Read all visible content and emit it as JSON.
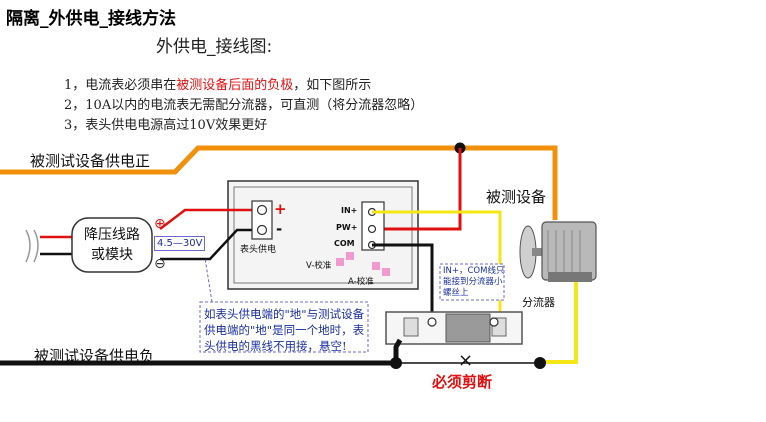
{
  "header": {
    "title": "隔离_外供电_接线方法",
    "section_title": "外供电_接线图:"
  },
  "notes": [
    {
      "prefix": "1，电流表必须串在",
      "highlight": "被测设备后面的负极",
      "suffix": "，如下图所示"
    },
    {
      "text": "2，10A以内的电流表无需配分流器，可直测（将分流器忽略）"
    },
    {
      "text": "3，表头供电电源高过10V效果更好"
    }
  ],
  "labels": {
    "supply_positive": "被测试设备供电正",
    "supply_negative": "被测试设备供电负",
    "device_under_test": "被测设备",
    "buck_module": "降压线路\n或模块",
    "buck_module_line1": "降压线路",
    "buck_module_line2": "或模块",
    "voltage_range": "4.5—30V",
    "plus_sign": "⊕",
    "minus_sign": "⊖",
    "meter_power": "表头供电",
    "meter_plus": "+",
    "meter_minus": "-",
    "pin_in": "IN+",
    "pin_pw": "PW+",
    "pin_com": "COM",
    "v_calibrate": "V-校准",
    "a_calibrate": "A-校准",
    "shunt": "分流器",
    "shunt_note": "IN+，COM线只能接到分流器小螺丝上",
    "must_cut": "必须剪断",
    "cut_mark": "×",
    "callout_text": "如表头供电端的\"地\"与测试设备供电端的\"地\"是同一个地时，表头供电的黑线不用接，悬空!"
  },
  "colors": {
    "positive_wire": "#f0900c",
    "negative_wire": "#111111",
    "red_wire": "#e01010",
    "yellow_wire": "#f5e615",
    "callout_text": "#1a2fa0",
    "highlight": "#e01010"
  }
}
